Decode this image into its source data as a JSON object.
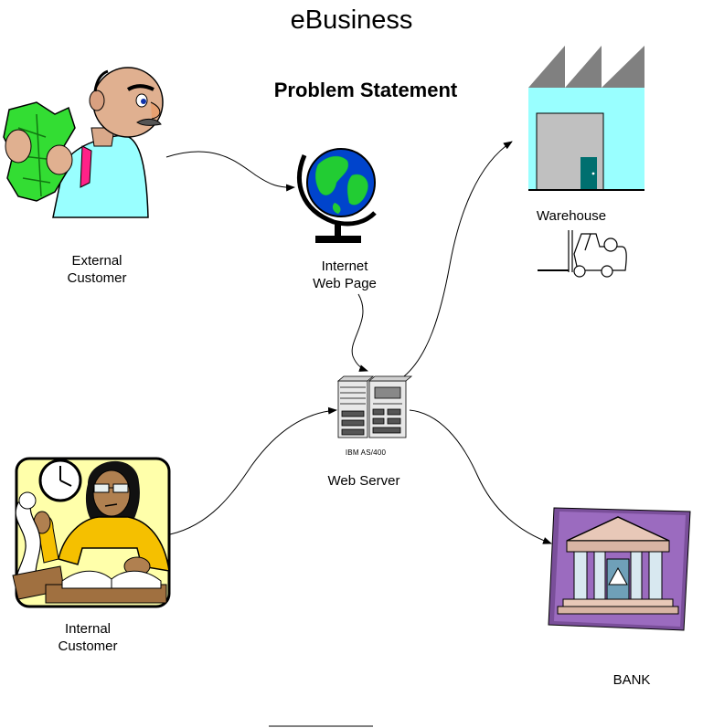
{
  "header": {
    "title": "eBusiness",
    "subtitle": "Problem Statement"
  },
  "nodes": {
    "external_customer": {
      "line1": "External",
      "line2": "Customer"
    },
    "internet": {
      "line1": "Internet",
      "line2": "Web Page"
    },
    "warehouse": {
      "label": "Warehouse"
    },
    "web_server": {
      "label": "Web Server",
      "model": "IBM AS/400"
    },
    "internal_customer": {
      "line1": "Internal",
      "line2": "Customer"
    },
    "bank": {
      "label": "BANK"
    }
  },
  "colors": {
    "warehouse_wall": "#99ffff",
    "warehouse_roof": "#808080",
    "warehouse_door": "#c0c0c0",
    "globe_ocean": "#0044cc",
    "globe_land": "#22cc33",
    "money": "#33dd33",
    "shirt": "#99ffff",
    "sweater": "#f5c000",
    "bank_bg": "#7a4f9a"
  }
}
